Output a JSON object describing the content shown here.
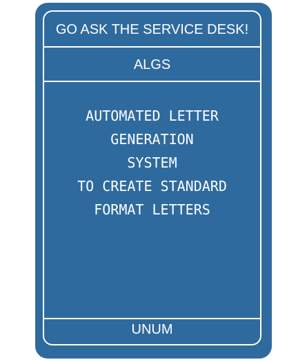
{
  "card": {
    "title": "GO ASK THE SERVICE DESK!",
    "acronym": "ALGS",
    "description_lines": [
      "AUTOMATED LETTER",
      "GENERATION",
      "SYSTEM",
      "TO CREATE STANDARD",
      "FORMAT LETTERS"
    ],
    "footer": "UNUM",
    "colors": {
      "background": "#2f6a9e",
      "text": "#ffffff",
      "border": "#ffffff"
    }
  }
}
